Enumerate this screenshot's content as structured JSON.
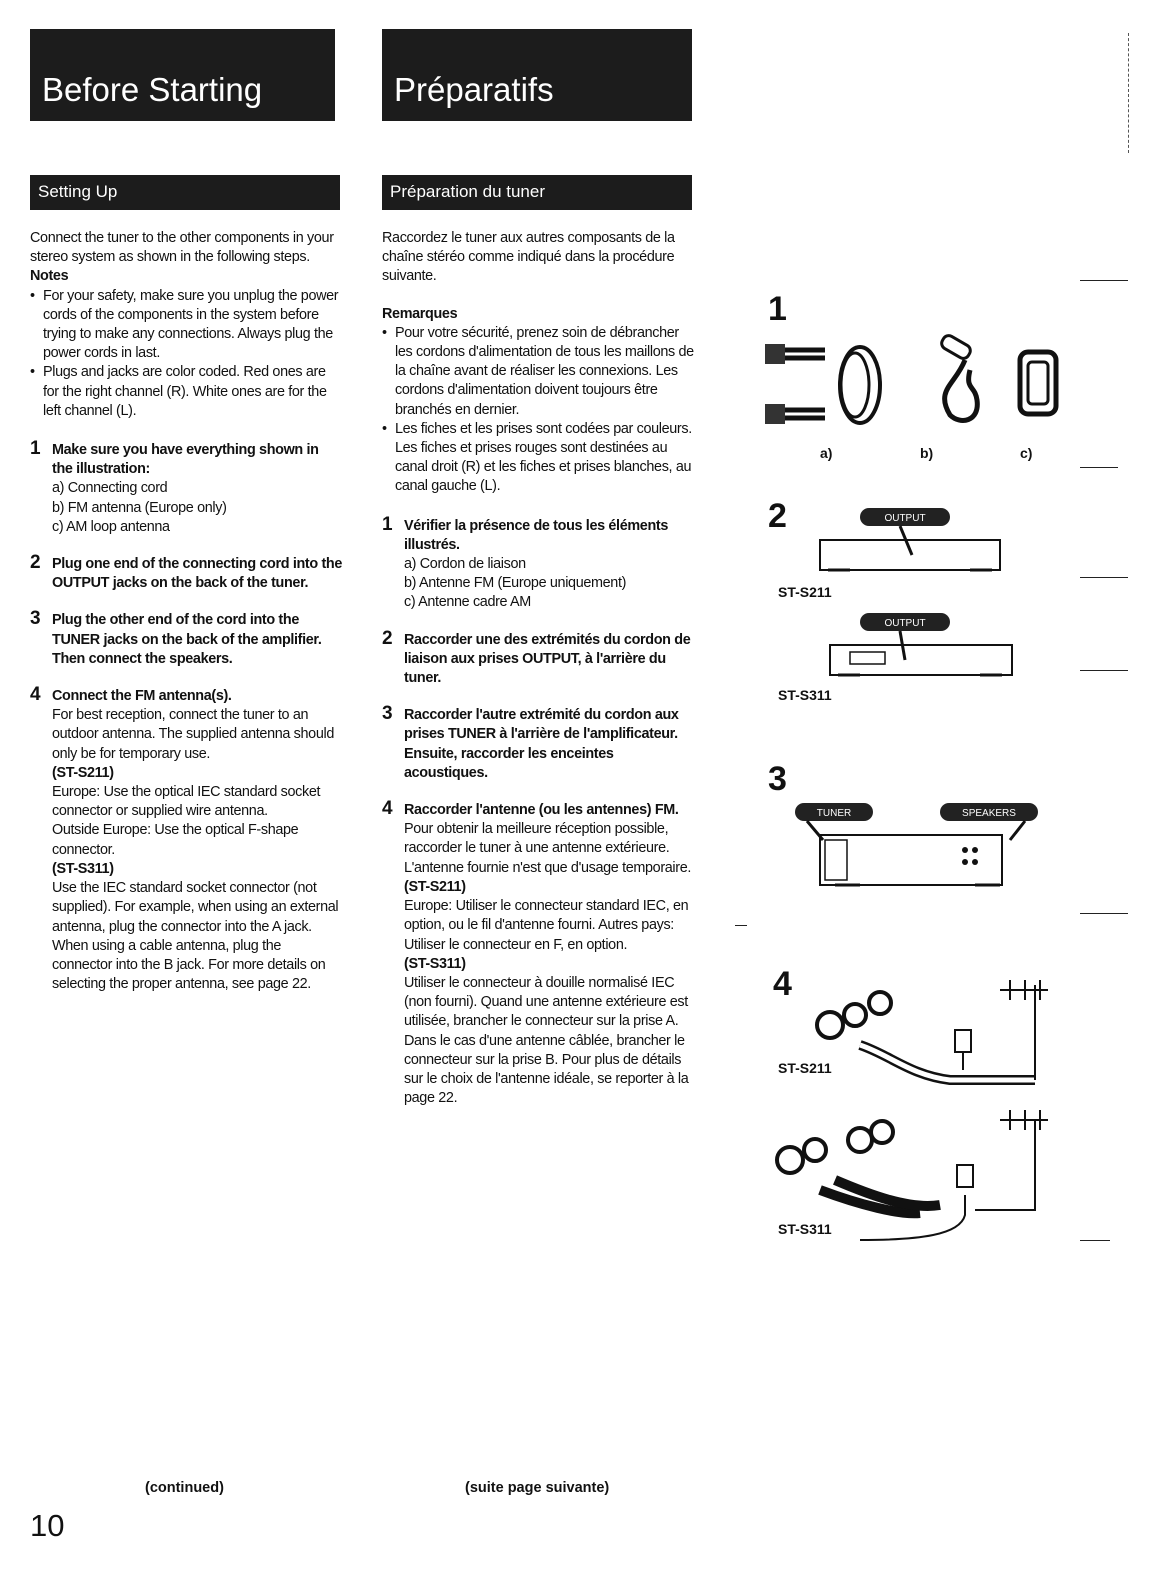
{
  "headers": {
    "en_title": "Before Starting",
    "fr_title": "Préparatifs",
    "en_section": "Setting Up",
    "fr_section": "Préparation du tuner"
  },
  "english": {
    "intro": "Connect the tuner to the other components in your stereo system as shown in the following steps.",
    "notes_title": "Notes",
    "notes": [
      "For your safety, make sure you unplug the power cords of the components in the system before trying to make any connections. Always plug the power cords in last.",
      "Plugs and jacks are color coded. Red ones are for the right channel (R). White ones are for the left channel (L)."
    ],
    "steps": [
      {
        "num": "1",
        "title": "Make sure you have everything shown in the illustration:",
        "items": [
          "a) Connecting cord",
          "b) FM antenna (Europe only)",
          "c) AM loop antenna"
        ]
      },
      {
        "num": "2",
        "title": "Plug one end of the connecting cord into the OUTPUT jacks on the back of the tuner."
      },
      {
        "num": "3",
        "title": "Plug the other end of the cord into the TUNER jacks on the back of the amplifier. Then connect the speakers."
      },
      {
        "num": "4",
        "title": "Connect the FM antenna(s).",
        "body": "For best reception, connect the tuner to an outdoor antenna. The supplied antenna should only be for temporary use.",
        "s211_label": "(ST-S211)",
        "s211_text": "Europe: Use the optical IEC standard socket connector or supplied wire antenna.",
        "s211_text2": "Outside Europe: Use the optical F-shape connector.",
        "s311_label": "(ST-S311)",
        "s311_text": "Use the IEC standard socket connector (not supplied). For example, when using an external antenna, plug the connector into the A jack. When using a cable antenna, plug the connector into the B jack. For more details on selecting the proper antenna, see page 22."
      }
    ],
    "footer": "(continued)"
  },
  "french": {
    "intro": "Raccordez le tuner aux autres composants de la chaîne stéréo comme indiqué dans la procédure suivante.",
    "notes_title": "Remarques",
    "notes": [
      "Pour votre sécurité, prenez soin de débrancher les cordons d'alimentation de tous les maillons de la chaîne avant de réaliser les connexions. Les cordons d'alimentation doivent toujours être branchés en dernier.",
      "Les fiches et les prises sont codées par couleurs. Les fiches et prises rouges sont destinées au canal droit (R) et les fiches et prises blanches, au canal gauche (L)."
    ],
    "steps": [
      {
        "num": "1",
        "title": "Vérifier la présence de tous les éléments illustrés.",
        "items": [
          "a) Cordon de liaison",
          "b) Antenne FM (Europe uniquement)",
          "c) Antenne cadre AM"
        ]
      },
      {
        "num": "2",
        "title": "Raccorder une des extrémités du cordon de liaison aux prises OUTPUT, à l'arrière du tuner."
      },
      {
        "num": "3",
        "title": "Raccorder l'autre extrémité du cordon aux prises TUNER à l'arrière de l'amplificateur. Ensuite, raccorder les enceintes acoustiques."
      },
      {
        "num": "4",
        "title": "Raccorder l'antenne (ou les antennes) FM.",
        "body": "Pour obtenir la meilleure réception possible, raccorder le tuner à une antenne extérieure. L'antenne fournie n'est que d'usage temporaire.",
        "s211_label": "(ST-S211)",
        "s211_text": "Europe: Utiliser le connecteur standard IEC, en option, ou le fil d'antenne fourni. Autres pays: Utiliser le connecteur en F, en option.",
        "s311_label": "(ST-S311)",
        "s311_text": "Utiliser le connecteur à douille normalisé IEC (non fourni). Quand une antenne extérieure est utilisée, brancher le connecteur sur la prise A. Dans le cas d'une antenne câblée, brancher le connecteur sur la prise B. Pour plus de détails sur le choix de l'antenne idéale, se reporter à la page 22."
      }
    ],
    "footer": "(suite page suivante)"
  },
  "illustration": {
    "step_numbers": [
      "1",
      "2",
      "3",
      "4"
    ],
    "item_labels": [
      "a)",
      "b)",
      "c)"
    ],
    "output_tag": "OUTPUT",
    "tuner_tag": "TUNER",
    "speakers_tag": "SPEAKERS",
    "model_s211": "ST-S211",
    "model_s311": "ST-S311"
  },
  "page_number": "10"
}
